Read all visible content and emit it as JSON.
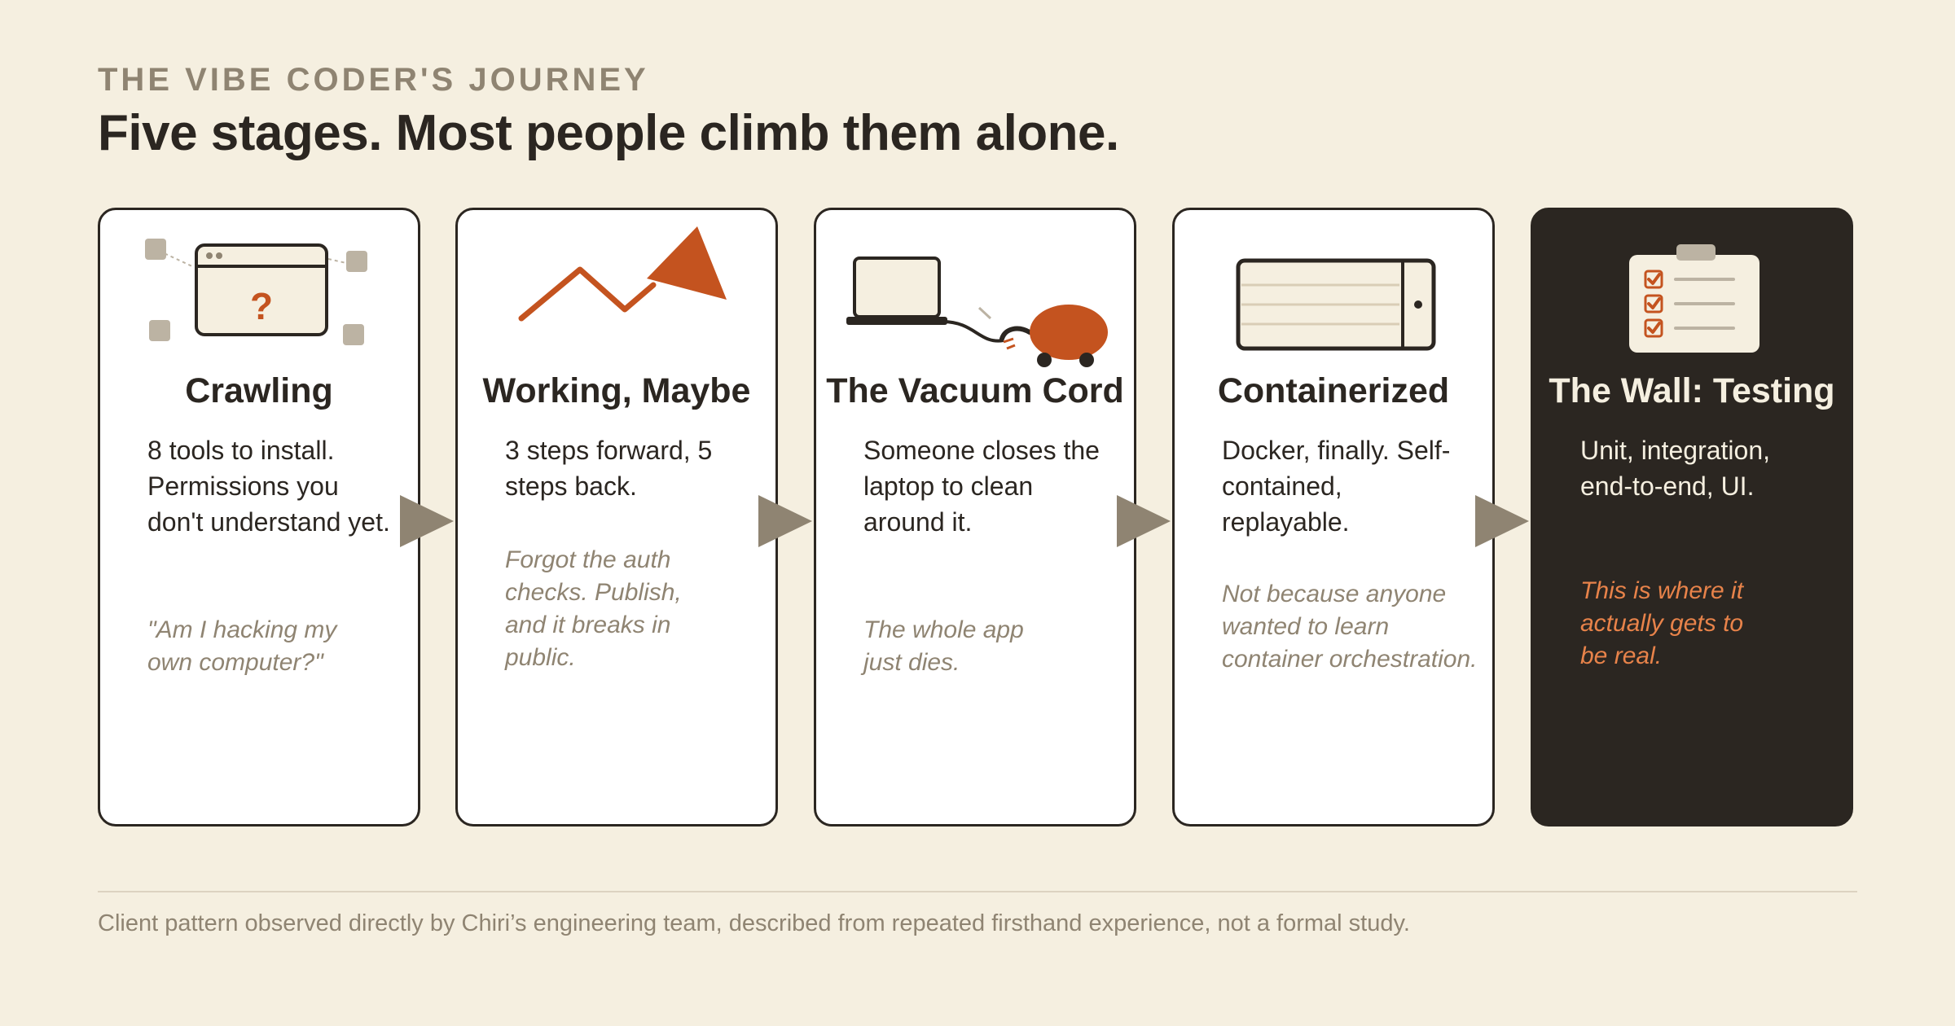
{
  "header": {
    "eyebrow": "THE VIBE CODER'S JOURNEY",
    "headline": "Five stages. Most people climb them alone."
  },
  "stages": [
    {
      "icon": "browser-window-question-icon",
      "title": "Crawling",
      "description": "8 tools to install. Permissions you don't understand yet.",
      "quote": "\"Am I hacking my own computer?\"",
      "icon_glyph": "?"
    },
    {
      "icon": "zigzag-arrow-icon",
      "title": "Working, Maybe",
      "description": "3 steps forward, 5 steps back.",
      "quote": "Forgot the auth checks. Publish, and it breaks in public."
    },
    {
      "icon": "laptop-vacuum-icon",
      "title": "The Vacuum Cord",
      "description": "Someone closes the laptop to clean around it.",
      "quote": "The whole app just dies."
    },
    {
      "icon": "container-icon",
      "title": "Containerized",
      "description": "Docker, finally. Self-contained, replayable.",
      "quote": "Not because anyone wanted to learn container orchestration."
    },
    {
      "icon": "checklist-clipboard-icon",
      "title": "The Wall: Testing",
      "description": "Unit, integration, end-to-end, UI.",
      "quote": "This is where it actually gets to be real."
    }
  ],
  "footer": {
    "note": "Client pattern observed directly by Chiri’s engineering team, described from repeated firsthand experience, not a formal study."
  },
  "colors": {
    "background": "#f5efe0",
    "ink": "#2b2621",
    "muted": "#8f8472",
    "accent": "#c4531f",
    "dark_card_accent": "#e8834a",
    "icon_fill": "#f5efe0",
    "node": "#bcb3a3"
  }
}
